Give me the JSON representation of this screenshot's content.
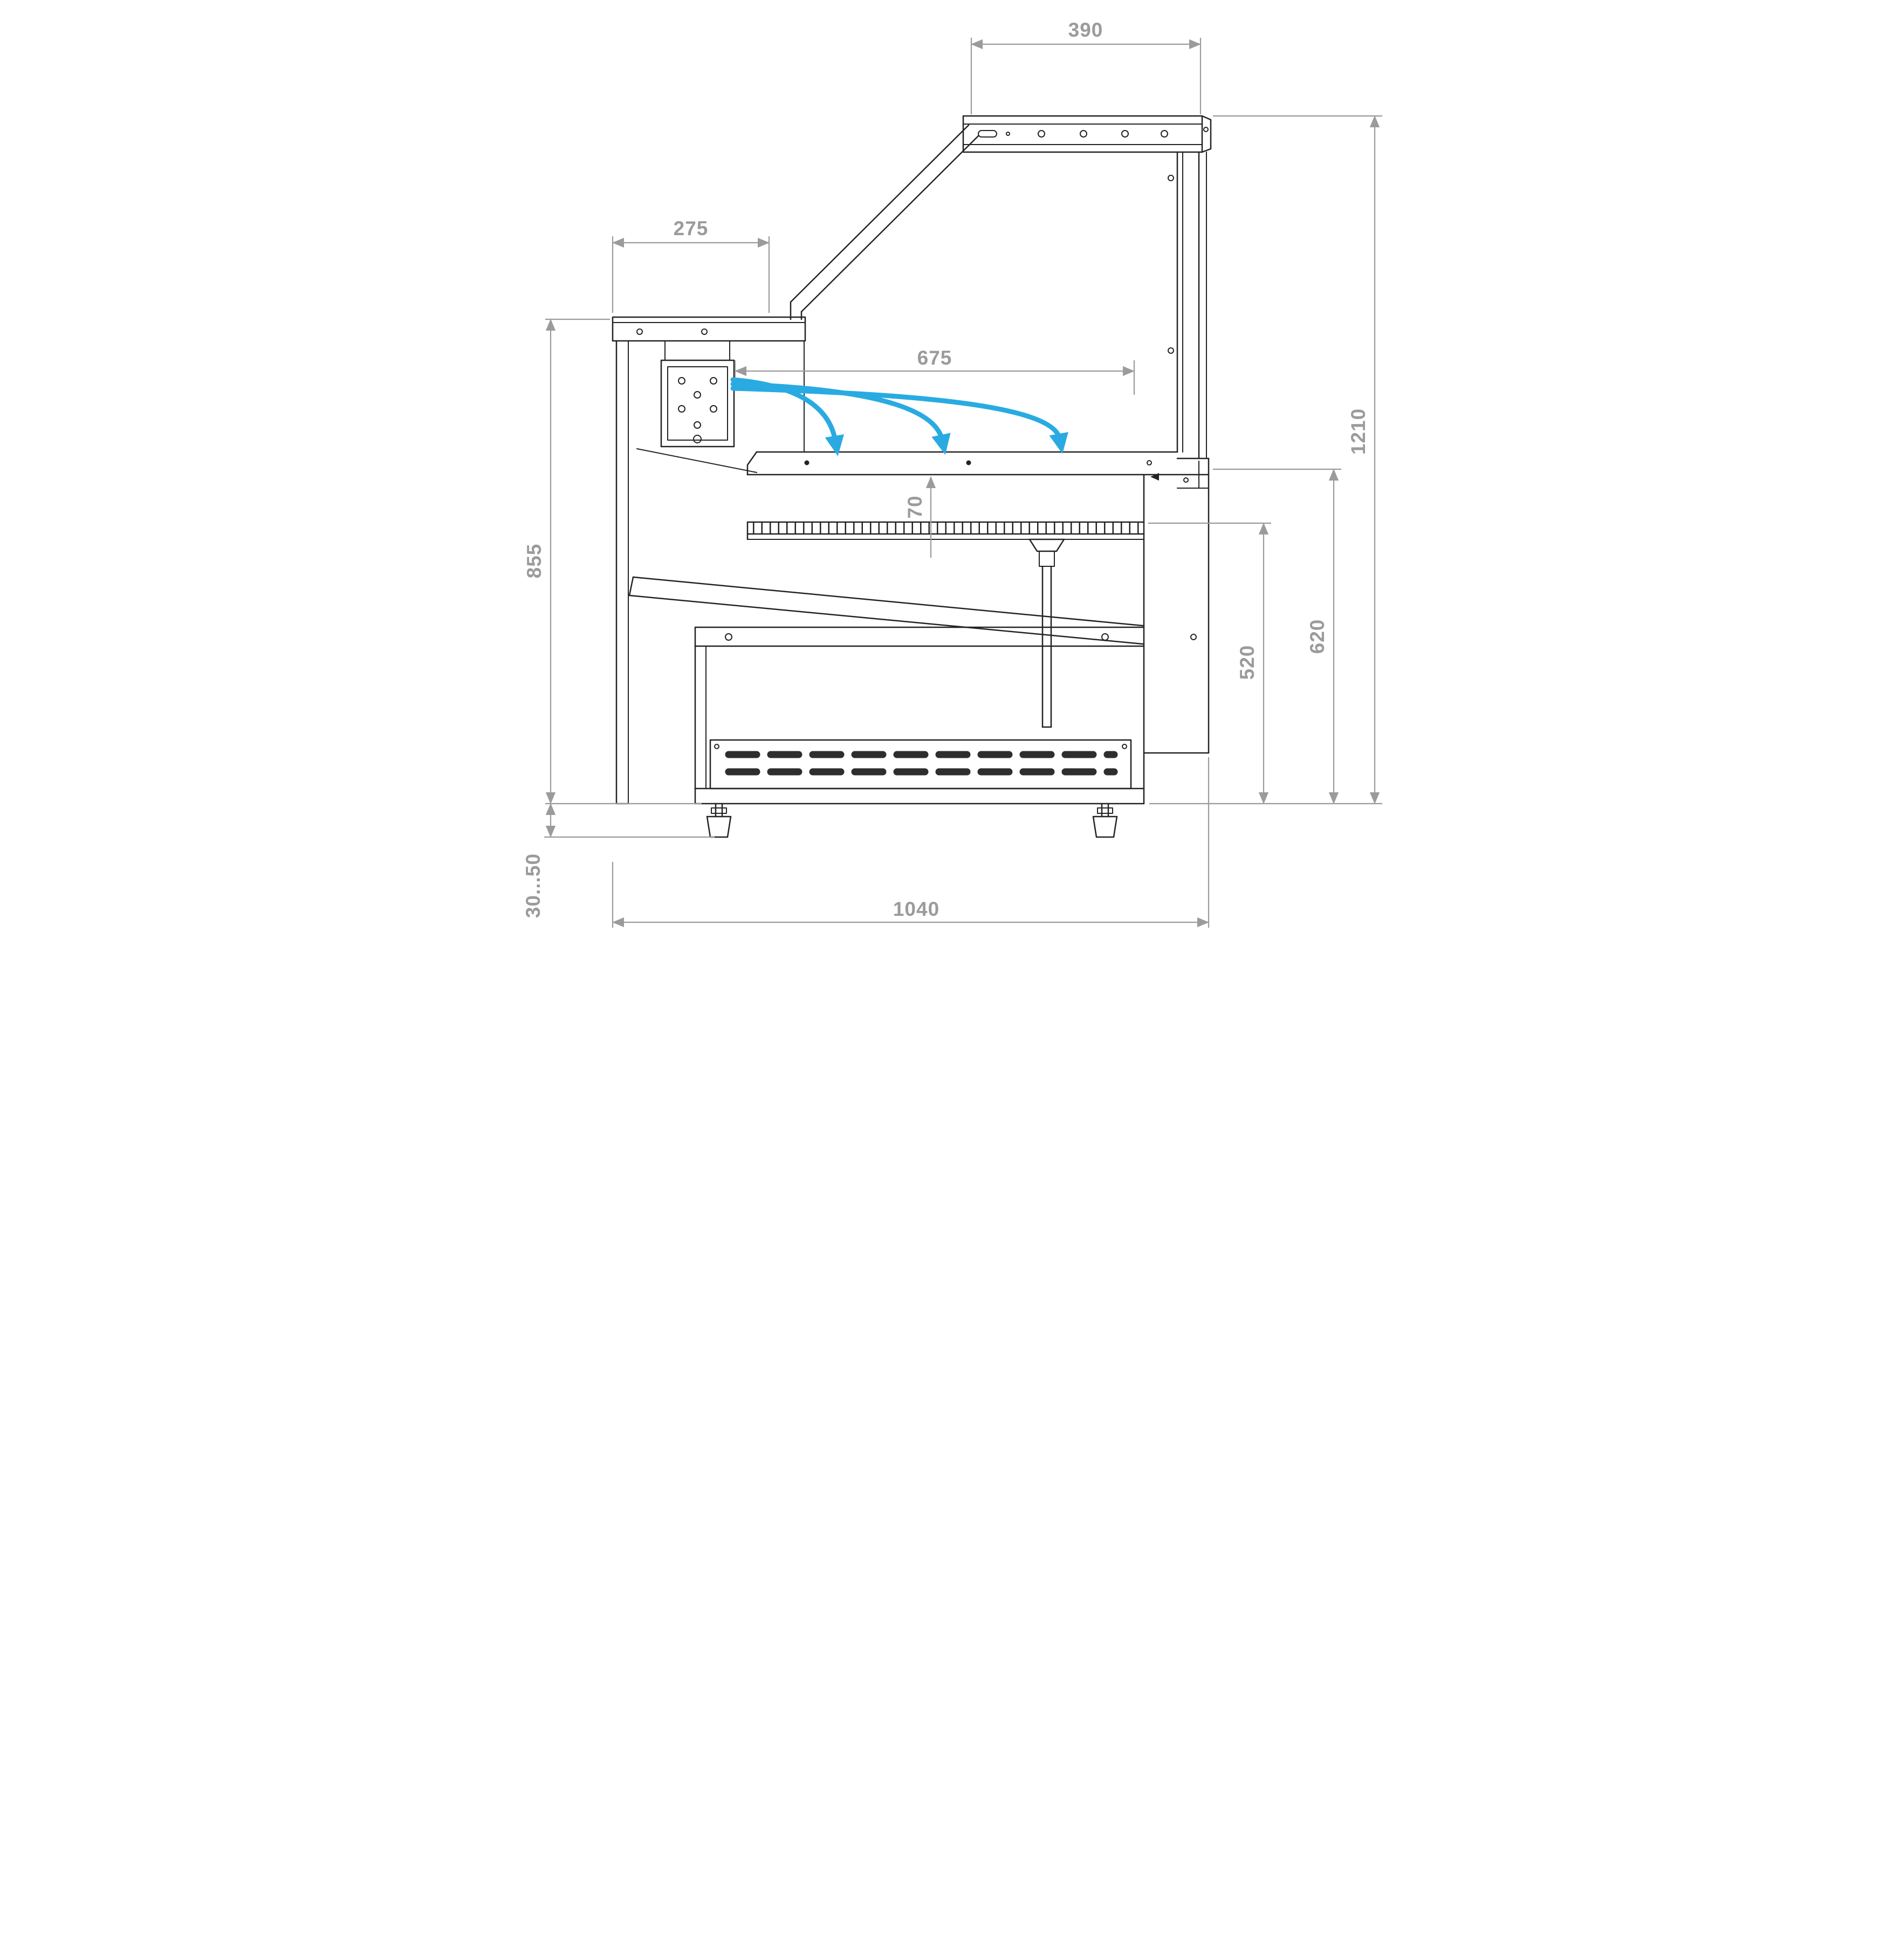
{
  "colors": {
    "linework": "#232323",
    "dimension": "#9b9b9b",
    "airflow": "#29abe2",
    "background": "#ffffff"
  },
  "dimensions": {
    "canopy_width": {
      "label": "390",
      "orientation": "horizontal"
    },
    "rear_counter_depth": {
      "label": "275",
      "orientation": "horizontal"
    },
    "display_opening_width": {
      "label": "675",
      "orientation": "horizontal"
    },
    "air_gap": {
      "label": "70",
      "orientation": "vertical"
    },
    "rear_height": {
      "label": "855",
      "orientation": "vertical"
    },
    "overall_height": {
      "label": "1210",
      "orientation": "vertical"
    },
    "right_upper_height": {
      "label": "620",
      "orientation": "vertical"
    },
    "right_lower_height": {
      "label": "520",
      "orientation": "vertical"
    },
    "foot_adjustment": {
      "label": "30...50",
      "orientation": "vertical"
    },
    "base_width": {
      "label": "1040",
      "orientation": "horizontal"
    }
  },
  "airflow": {
    "arrow_count": 3
  }
}
